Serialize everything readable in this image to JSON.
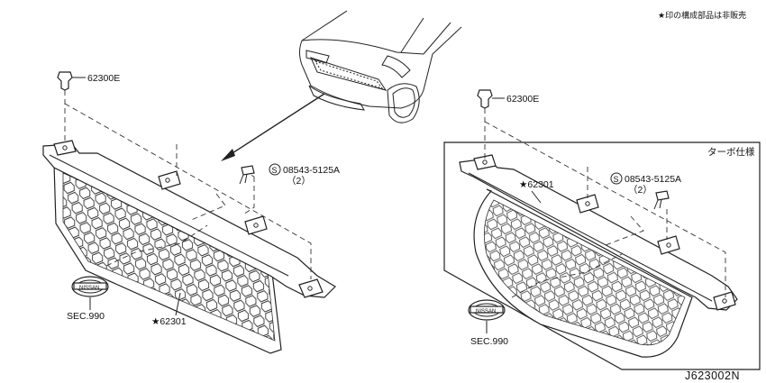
{
  "notes": {
    "not_sold": "★印の構成部品は非販売",
    "turbo_spec": "ターボ仕様",
    "diagram_code": "J623002N"
  },
  "left": {
    "clip": "62300E",
    "screw_part": "08543-5125A",
    "screw_qty": "（2）",
    "grille": "★62301",
    "emblem": "SEC.990"
  },
  "right": {
    "clip": "62300E",
    "screw_part": "08543-5125A",
    "screw_qty": "（2）",
    "grille": "★62301",
    "emblem": "SEC.990"
  }
}
